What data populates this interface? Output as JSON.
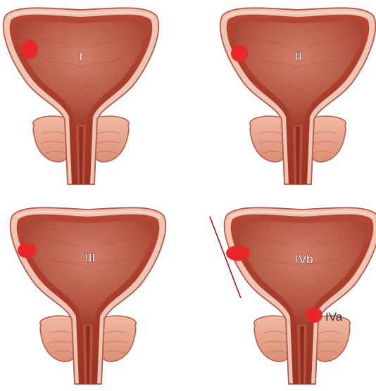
{
  "diagram": {
    "panels": [
      {
        "label": "I"
      },
      {
        "label": "II"
      },
      {
        "label": "III"
      },
      {
        "label": "IVb",
        "secondary_label": "IVa"
      }
    ]
  },
  "colors": {
    "outer_tissue": "#f0c4b3",
    "outer_stroke": "#b5584a",
    "wall_inner": "#c0503d",
    "lumen_light": "#c97563",
    "lumen_dark": "#9c3626",
    "gland": "#e8a88f",
    "gland_stroke": "#b25c49",
    "tumor": "#e8272b",
    "cut_line": "#9b1b10"
  }
}
